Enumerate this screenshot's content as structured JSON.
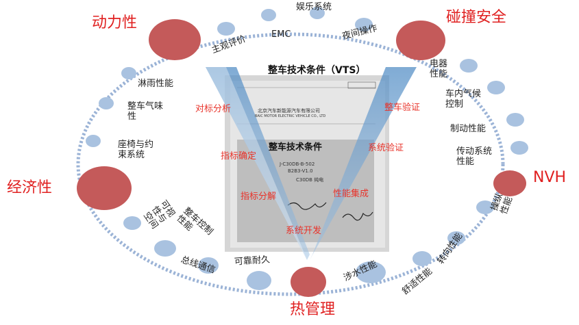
{
  "title_main": "整车技术条件（VTS）",
  "categories": {
    "dynamics": "动力性",
    "crash_safety": "碰撞安全",
    "economy": "经济性",
    "nvh": "NVH",
    "thermal": "热管理"
  },
  "attributes": {
    "subjective_eval": "主观评价",
    "emc": "EMC",
    "entertainment": "娱乐系统",
    "night_operation": "夜间操作",
    "electrical_perf": "电器性能",
    "climate_control": "车内气候控制",
    "braking": "制动性能",
    "transmission": "传动系统性能",
    "handling": "操纵性能",
    "steering": "转向性能",
    "comfort": "舒适性能",
    "water_wading": "涉水性能",
    "durability": "可靠耐久",
    "bus_comm": "总线通信",
    "vehicle_control": "整车控制性能",
    "visibility_space": "可视性与空间",
    "seat_restraint": "座椅与约束系统",
    "vehicle_odor": "整车气味性",
    "rain_perf": "淋雨性能"
  },
  "v_process": {
    "benchmark": "对标分析",
    "target_set": "指标确定",
    "target_decomp": "指标分解",
    "system_dev": "系统开发",
    "perf_integration": "性能集成",
    "system_verify": "系统验证",
    "vehicle_verify": "整车验证"
  },
  "document": {
    "company_cn": "北京汽车新能源汽车有限公司",
    "company_en": "BAIC MOTOR ELECTRIC VEHICLE CO., LTD",
    "heading": "整车技术条件",
    "code": "J-C30DB-B-502",
    "version": "B2B3-V1.0",
    "model": "C30DB 纯电"
  },
  "colors": {
    "big_node": "#c45a5a",
    "small_node": "#a9c2e0",
    "ring": "#9bb3d6",
    "accent_red": "#e02020",
    "v_fill": "#5a93c8"
  }
}
